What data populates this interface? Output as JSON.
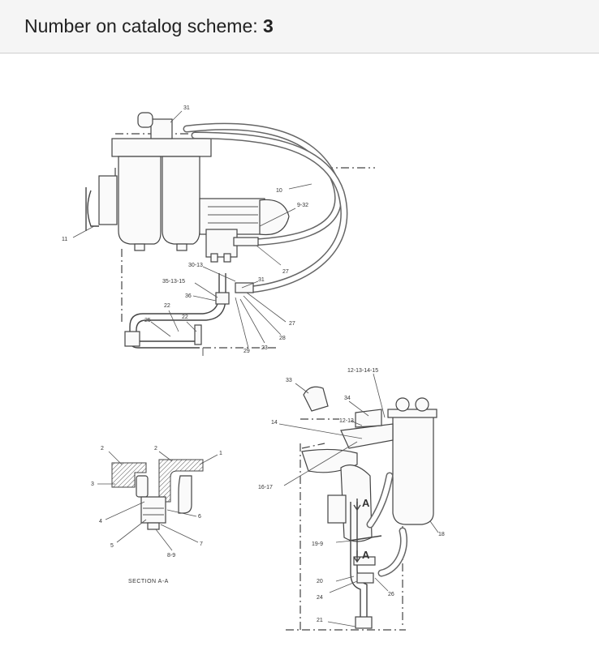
{
  "header": {
    "label": "Number on catalog scheme:",
    "number": "3"
  },
  "diagram": {
    "callouts_top": [
      "31",
      "10",
      "9-32",
      "11",
      "27",
      "30-13",
      "31",
      "35-13-15",
      "36",
      "22",
      "25",
      "22",
      "27",
      "28",
      "29",
      "23"
    ],
    "callouts_right": [
      "12-13-14-15",
      "33",
      "34",
      "12-13",
      "14",
      "16-17",
      "A",
      "18",
      "19-9",
      "A",
      "20",
      "26",
      "24",
      "21"
    ],
    "callouts_section": [
      "2",
      "2",
      "1",
      "3",
      "6",
      "4",
      "5",
      "7",
      "8-9"
    ],
    "section_caption": "SECTION A-A"
  }
}
